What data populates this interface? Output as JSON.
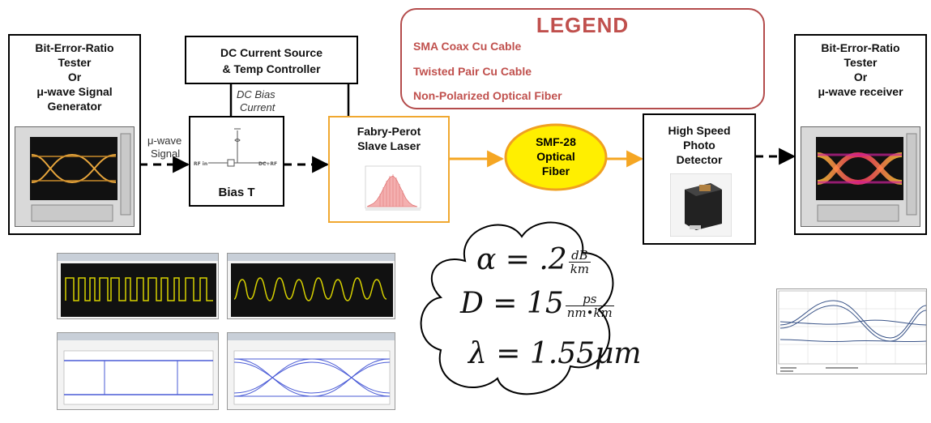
{
  "legend": {
    "title": "LEGEND",
    "items": [
      "SMA Coax Cu Cable",
      "Twisted Pair Cu Cable",
      "Non-Polarized Optical Fiber"
    ]
  },
  "blocks": {
    "ber_tx": [
      "Bit-Error-Ratio",
      "Tester",
      "Or",
      "μ-wave Signal",
      "Generator"
    ],
    "dc_source": [
      "DC Current Source",
      "& Temp Controller"
    ],
    "bias_t": "Bias T",
    "laser": [
      "Fabry-Perot",
      "Slave Laser"
    ],
    "fiber": [
      "SMF-28",
      "Optical",
      "Fiber"
    ],
    "detector": [
      "High Speed",
      "Photo",
      "Detector"
    ],
    "ber_rx": [
      "Bit-Error-Ratio",
      "Tester",
      "Or",
      "μ-wave receiver"
    ]
  },
  "labels": {
    "signal": [
      "μ-wave",
      "Signal"
    ],
    "dc_bias": [
      "DC Bias",
      "Current"
    ]
  },
  "equations": {
    "alpha": {
      "lhs": "α = .2",
      "num": "dB",
      "den": "km"
    },
    "dispersion": {
      "lhs": "D = 15",
      "num": "ps",
      "den": "nm•km"
    },
    "wavelength": {
      "text": "λ = 1.55μm"
    }
  },
  "colors": {
    "legend_text": "#c0504d",
    "legend_border": "#b44c4c",
    "fiber_orange": "#f5a623",
    "fiber_fill": "#ffef00",
    "laser_border": "#f0a830",
    "trace_yellow": "#d8d200",
    "trace_blue": "#4a5bd6"
  },
  "icons": [
    "eye-diagram-screen",
    "spectrum-plot",
    "photodetector-photo",
    "waveform-thumbnail",
    "eye-diagram-thumbnail"
  ]
}
